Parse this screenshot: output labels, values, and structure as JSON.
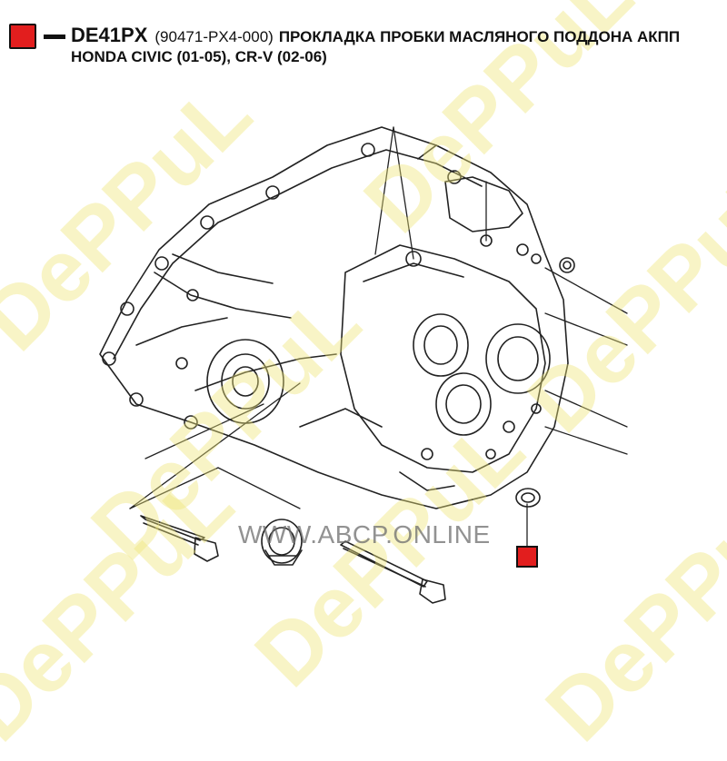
{
  "header": {
    "part_code": "DE41PX",
    "oem_number": "(90471-PX4-000)",
    "description": "ПРОКЛАДКА ПРОБКИ МАСЛЯНОГО ПОДДОНА АКПП HONDA CIVIC (01-05), CR-V (02-06)"
  },
  "watermark": {
    "brand": "DePPuL",
    "site": "WWW.ABCP.ONLINE"
  },
  "colors": {
    "marker": "#e21e1e",
    "watermark": "#eee478"
  },
  "icons": {
    "legend": "red-square-marker-icon",
    "highlight": "red-square-marker-icon"
  }
}
